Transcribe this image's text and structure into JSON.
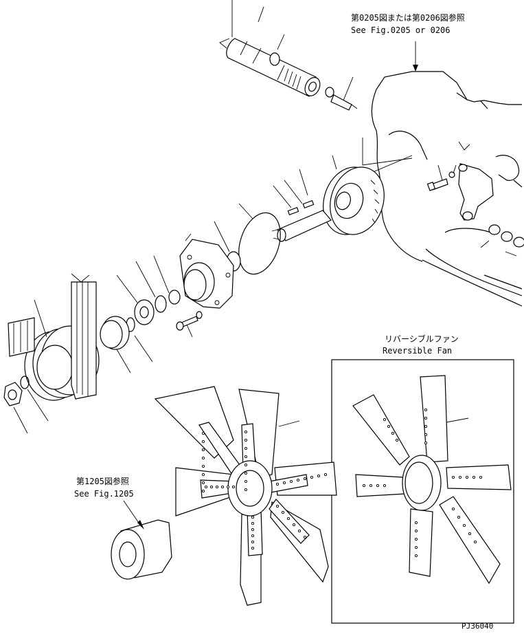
{
  "labels": {
    "ref_top_jp": "第0205図または第0206図参照",
    "ref_top_en": "See Fig.0205 or 0206",
    "reversible_jp": "リバーシブルファン",
    "reversible_en": "Reversible Fan",
    "ref_hub_jp": "第1205図参照",
    "ref_hub_en": "See Fig.1205",
    "drawing_no": "PJ36040"
  }
}
